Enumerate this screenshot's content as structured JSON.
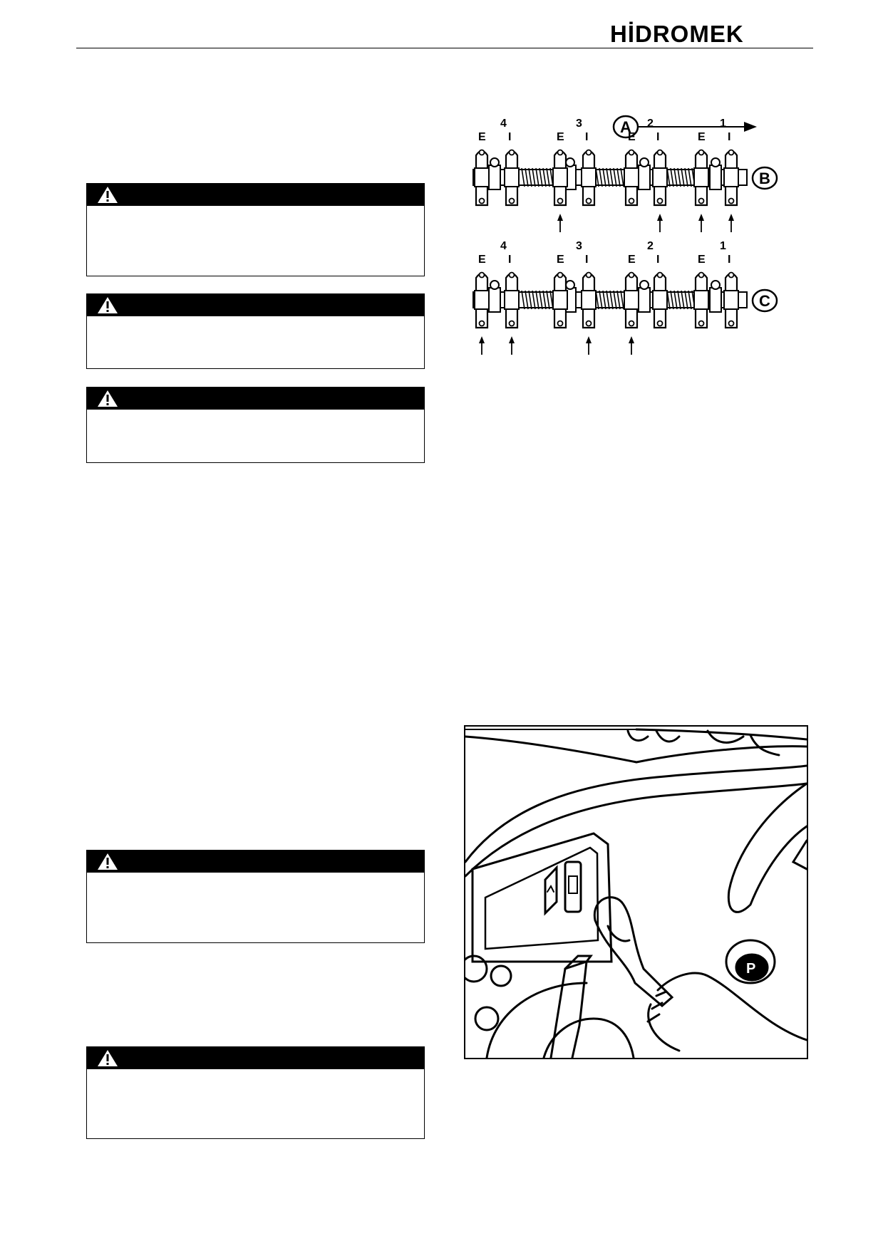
{
  "header": {
    "brand": "HİDROMEK"
  },
  "warnings": [
    {
      "id": "w1",
      "text": ""
    },
    {
      "id": "w2",
      "text": ""
    },
    {
      "id": "w3",
      "text": ""
    },
    {
      "id": "w4",
      "text": ""
    },
    {
      "id": "w5",
      "text": ""
    }
  ],
  "rocker_figure": {
    "direction_label": "A",
    "row_labels": [
      "B",
      "C"
    ],
    "cylinder_numbers": [
      "4",
      "3",
      "2",
      "1"
    ],
    "valve_letters": [
      "E",
      "I",
      "E",
      "I",
      "E",
      "I",
      "E",
      "I"
    ]
  },
  "icons": {
    "warning": "warning-triangle-icon",
    "arrow": "arrow-up-icon"
  }
}
